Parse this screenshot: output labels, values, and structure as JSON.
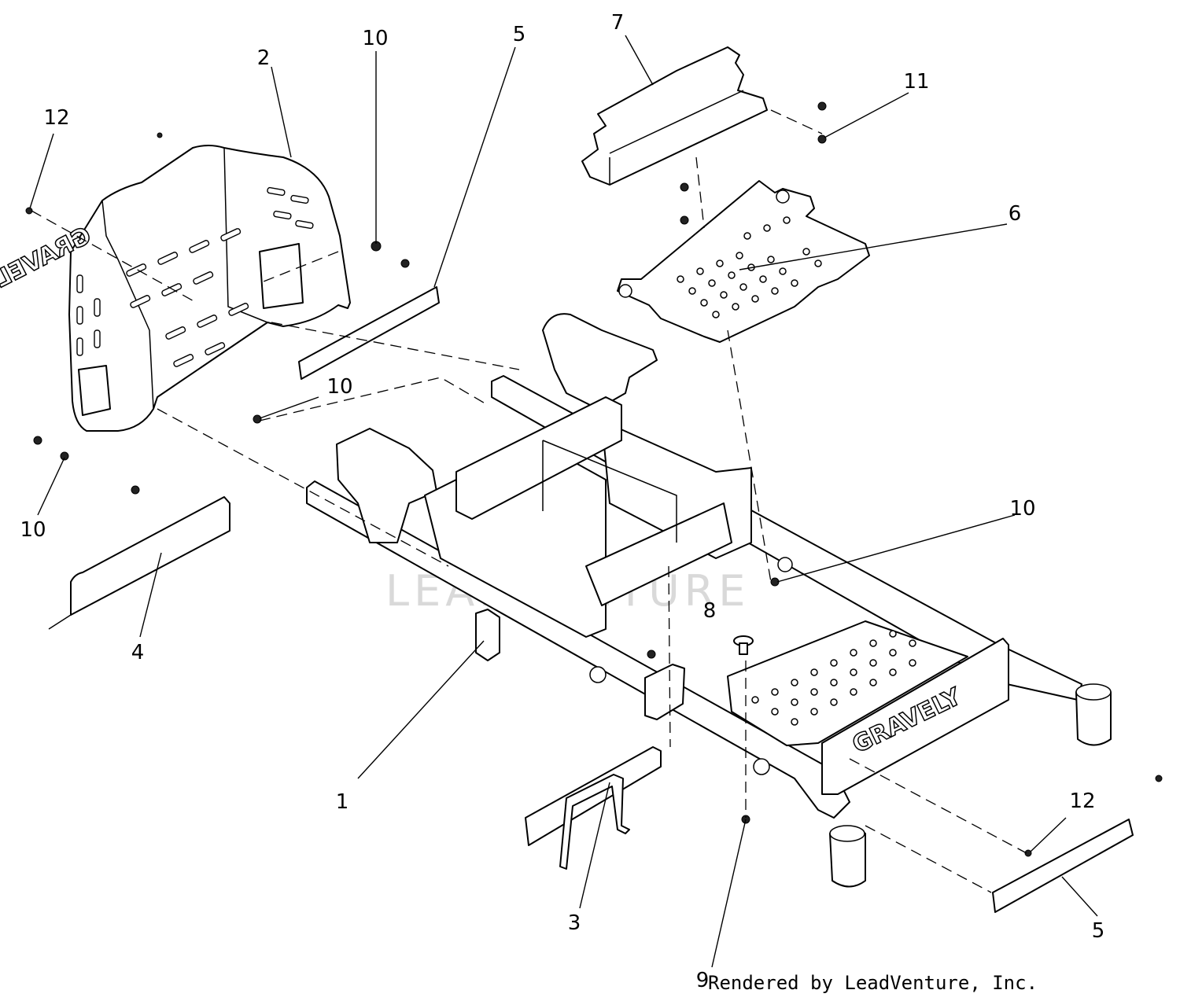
{
  "diagram": {
    "watermark": "LEADVENTURE",
    "brand_text": "GRAVELY",
    "credit": "Rendered by LeadVenture, Inc.",
    "callouts": [
      {
        "id": "c1",
        "label": "1"
      },
      {
        "id": "c2",
        "label": "2"
      },
      {
        "id": "c3",
        "label": "3"
      },
      {
        "id": "c4",
        "label": "4"
      },
      {
        "id": "c5a",
        "label": "5"
      },
      {
        "id": "c5b",
        "label": "5"
      },
      {
        "id": "c6",
        "label": "6"
      },
      {
        "id": "c7",
        "label": "7"
      },
      {
        "id": "c8",
        "label": "8"
      },
      {
        "id": "c9",
        "label": "9"
      },
      {
        "id": "c10a",
        "label": "10"
      },
      {
        "id": "c10b",
        "label": "10"
      },
      {
        "id": "c10c",
        "label": "10"
      },
      {
        "id": "c10d",
        "label": "10"
      },
      {
        "id": "c11",
        "label": "11"
      },
      {
        "id": "c12a",
        "label": "12"
      },
      {
        "id": "c12b",
        "label": "12"
      }
    ]
  }
}
